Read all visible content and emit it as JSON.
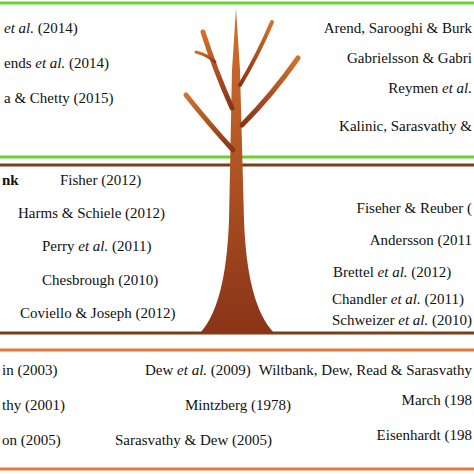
{
  "diagram": {
    "labels": [
      "et al. (2014)",
      "Arend, Sarooghi & Burk",
      "ends et al. (2014)",
      "Gabrielsson & Gabri",
      "Reymen et al.",
      "a & Chetty (2015)",
      "Kalinic, Sarasvathy &",
      "nk",
      "Fisher (2012)",
      "Fiseher & Reuber (",
      "Harms & Schiele (2012)",
      "Andersson (2011",
      "Perry et al. (2011)",
      "Brettel et al. (2012)",
      "Chesbrough (2010)",
      "Chandler et al. (2011)",
      "Coviello & Joseph (2012)",
      "Schweizer et al. (2010)",
      "in (2003)",
      "Dew et al. (2009)",
      "Wiltbank, Dew, Read & Sarasvathy",
      "thy (2001)",
      "Mintzberg (1978)",
      "March (198",
      "on (2005)",
      "Sarasvathy & Dew (2005)",
      "Eisenhardt (198"
    ]
  }
}
